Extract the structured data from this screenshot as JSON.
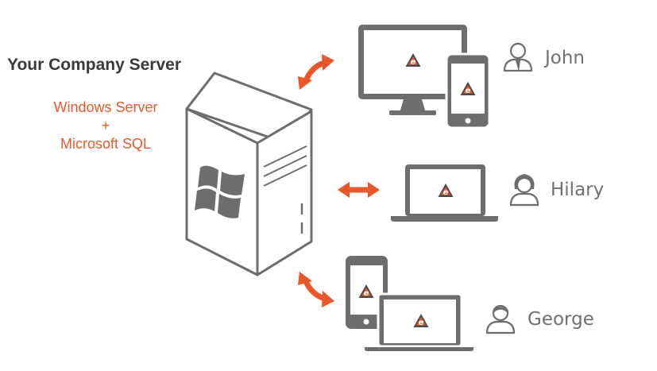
{
  "server": {
    "title": "Your Company Server",
    "os": "Windows Server",
    "plus": "+",
    "database": "Microsoft SQL"
  },
  "users": [
    {
      "name": "John",
      "devices": [
        "monitor",
        "smartphone"
      ]
    },
    {
      "name": "Hilary",
      "devices": [
        "laptop"
      ]
    },
    {
      "name": "George",
      "devices": [
        "smartphone",
        "laptop"
      ]
    }
  ],
  "colors": {
    "accent": "#e8562a",
    "device": "#6d6d6d",
    "text": "#3a3a3a",
    "user_text": "#707070"
  },
  "icons": [
    "server-icon",
    "windows-logo-icon",
    "monitor-icon",
    "smartphone-icon",
    "laptop-icon",
    "app-logo-icon",
    "user-icon",
    "sync-arrow-icon"
  ]
}
